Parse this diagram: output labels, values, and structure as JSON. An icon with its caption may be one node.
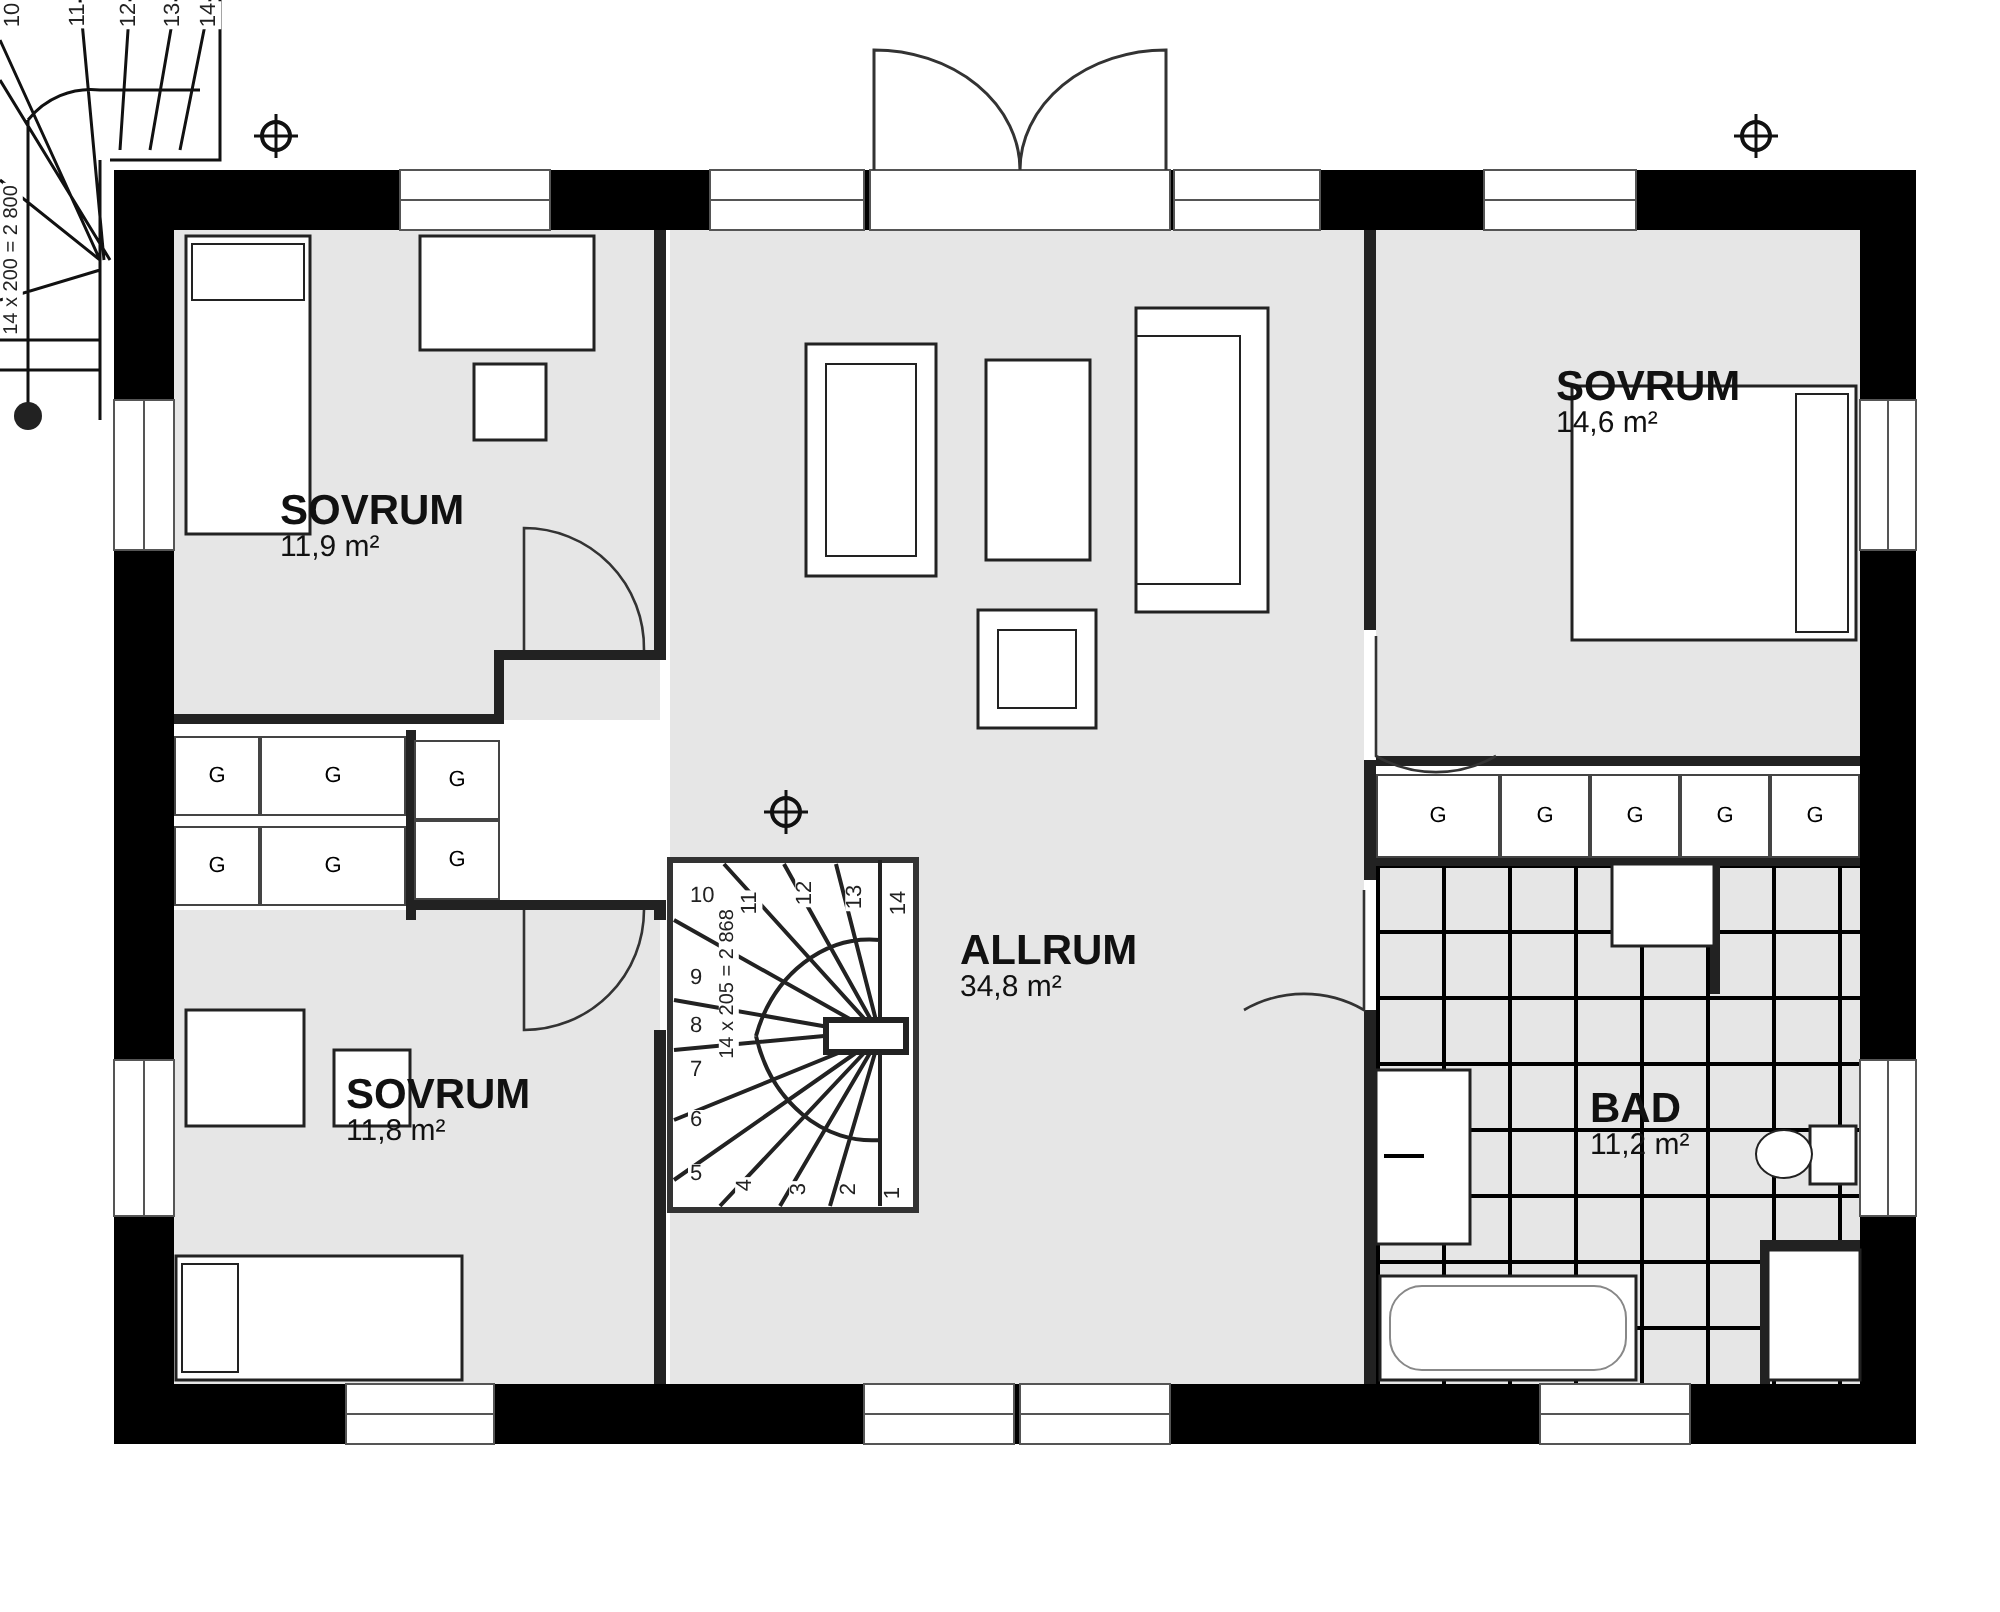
{
  "diagram": {
    "nodes": [
      {
        "text": [
          "SOVRUM",
          "11,9 m²"
        ]
      },
      {
        "text": [
          "SOVRUM",
          "14,6 m²"
        ]
      },
      {
        "text": [
          "ALLRUM",
          "34,8 m²"
        ]
      },
      {
        "text": [
          "SOVRUM",
          "11,8 m²"
        ]
      },
      {
        "text": [
          "BAD",
          "11,2 m²"
        ]
      }
    ],
    "edges": [],
    "labels": [
      "10",
      "11",
      "12",
      "13",
      "14",
      "14 x 200 = 2 800",
      "G",
      "G",
      "G",
      "G",
      "G",
      "G",
      "G",
      "G",
      "G",
      "G",
      "G",
      "10",
      "11",
      "12",
      "13",
      "14",
      "14 x 205 = 2 868",
      "9",
      "8",
      "7",
      "6",
      "5",
      "4",
      "3",
      "2",
      "1"
    ]
  }
}
